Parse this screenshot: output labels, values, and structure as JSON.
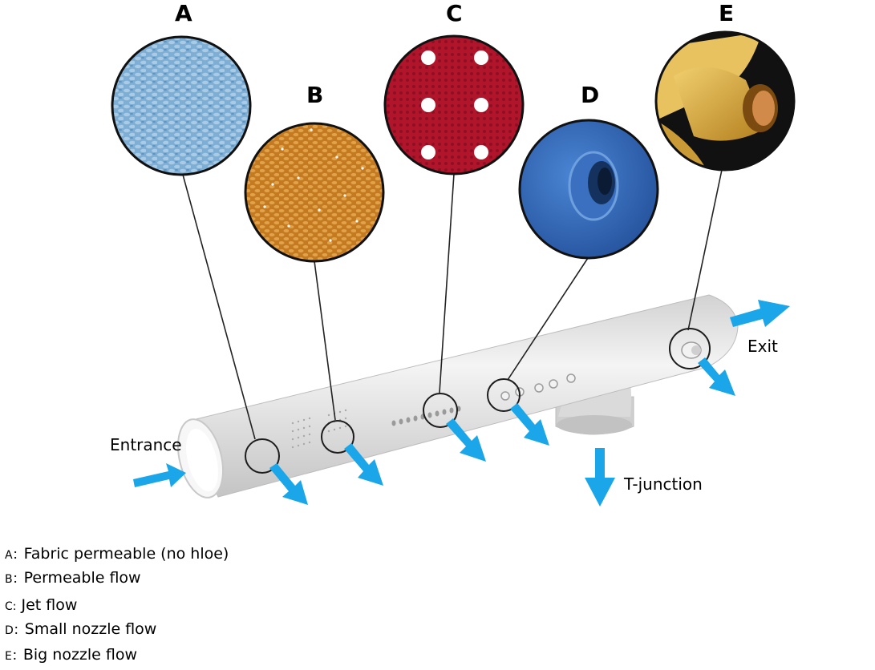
{
  "diagram": {
    "swatches": [
      {
        "letter": "A",
        "texture": "fabric-weave",
        "color": "#7eaed4"
      },
      {
        "letter": "B",
        "texture": "perforated-weave",
        "color": "#d08a2c"
      },
      {
        "letter": "C",
        "texture": "jet-holes",
        "color": "#b0152c"
      },
      {
        "letter": "D",
        "texture": "small-nozzle",
        "color": "#2f66b5"
      },
      {
        "letter": "E",
        "texture": "big-nozzle",
        "color": "#d6a23c"
      }
    ],
    "labels": {
      "entrance": "Entrance",
      "exit": "Exit",
      "t_junction": "T-junction"
    },
    "colors": {
      "arrow": "#1aa6e8",
      "duct": "#e6e6e6",
      "duct_shadow": "#b9b9b9",
      "leader": "#222222"
    }
  },
  "legend": [
    {
      "key": "A：",
      "text": "Fabric permeable (no hloe)"
    },
    {
      "key": "B：",
      "text": "Permeable flow"
    },
    {
      "key": "C:",
      "text": "Jet flow"
    },
    {
      "key": "D：",
      "text": "Small nozzle flow"
    },
    {
      "key": "E：",
      "text": "Big nozzle flow"
    }
  ]
}
